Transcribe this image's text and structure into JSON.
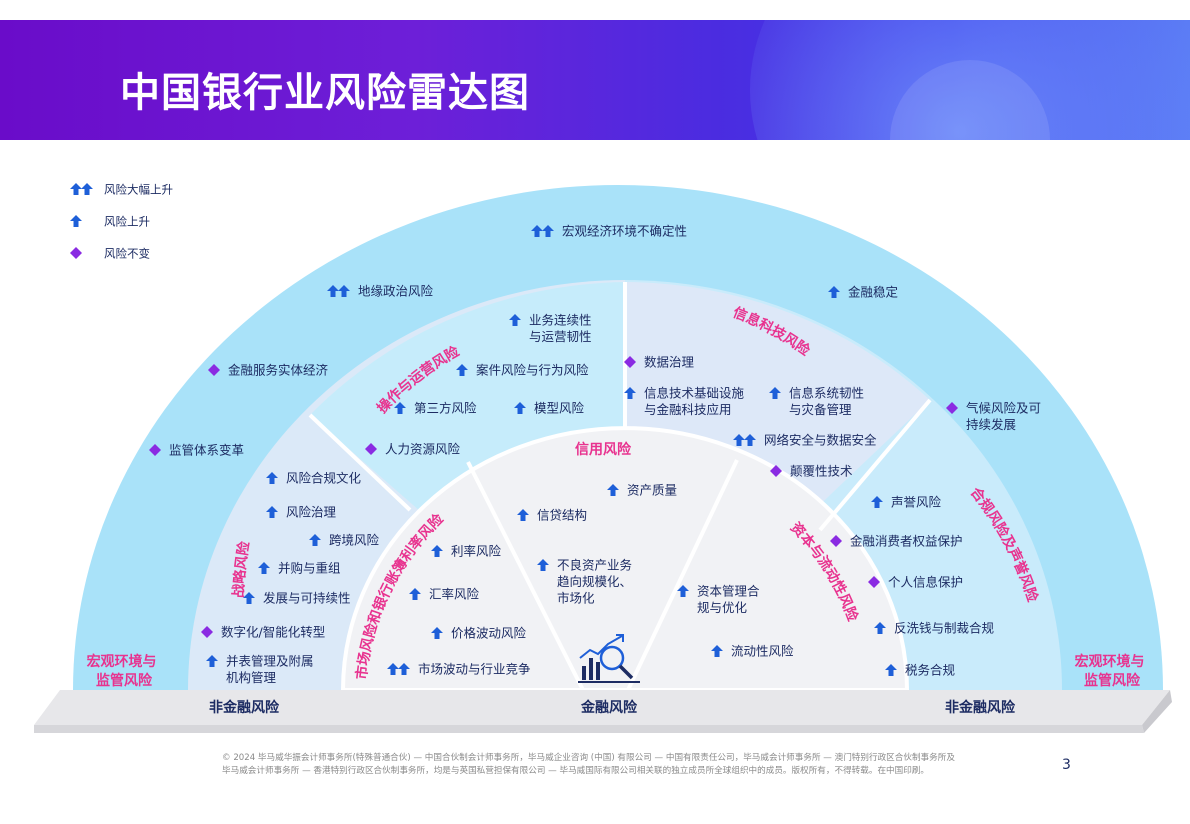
{
  "title": "中国银行业风险雷达图",
  "legend": [
    {
      "icon": "double-up-arrow-icon",
      "label": "风险大幅上升"
    },
    {
      "icon": "up-arrow-icon",
      "label": "风险上升"
    },
    {
      "icon": "diamond-icon",
      "label": "风险不变"
    }
  ],
  "colors": {
    "outer_ring": "#a9e2f9",
    "middle_left": "#dbe9f8",
    "middle_right": "#c9ebfb",
    "inner": "#f1f2f5",
    "category_text": "#e8338f",
    "up_arrow": "#1e5fd8",
    "diamond": "#8a2be2",
    "dark_text": "#1d2c63",
    "base": "#e7e7ea"
  },
  "sections": {
    "operations": "操作与运营风险",
    "it": "信息科技风险",
    "strategy": "战略风险",
    "compliance": "合规风险及声誉风险",
    "credit": "信用风险",
    "market": "市场风险和银行账簿利率风险",
    "capital": "资本与流动性风险",
    "macro_left": [
      "宏观环境与",
      "监管风险"
    ],
    "macro_right": [
      "宏观环境与",
      "监管风险"
    ]
  },
  "base_labels": {
    "left": "非金融风险",
    "center": "金融风险",
    "right": "非金融风险"
  },
  "items": [
    {
      "id": "macro-uncertainty",
      "level": "double-up",
      "lines": [
        "宏观经济环境不确定性"
      ]
    },
    {
      "id": "geopolitics",
      "level": "double-up",
      "lines": [
        "地缘政治风险"
      ]
    },
    {
      "id": "financial-stability",
      "level": "up",
      "lines": [
        "金融稳定"
      ]
    },
    {
      "id": "serve-real-economy",
      "level": "same",
      "lines": [
        "金融服务实体经济"
      ]
    },
    {
      "id": "regulatory-reform",
      "level": "same",
      "lines": [
        "监管体系变革"
      ]
    },
    {
      "id": "climate",
      "level": "same",
      "lines": [
        "气候风险及可",
        "持续发展"
      ]
    },
    {
      "id": "business-continuity",
      "level": "up",
      "lines": [
        "业务连续性",
        "与运营韧性"
      ]
    },
    {
      "id": "case-conduct",
      "level": "up",
      "lines": [
        "案件风险与行为风险"
      ]
    },
    {
      "id": "third-party",
      "level": "up",
      "lines": [
        "第三方风险"
      ]
    },
    {
      "id": "model-risk",
      "level": "up",
      "lines": [
        "模型风险"
      ]
    },
    {
      "id": "human-resources",
      "level": "same",
      "lines": [
        "人力资源风险"
      ]
    },
    {
      "id": "data-governance",
      "level": "same",
      "lines": [
        "数据治理"
      ]
    },
    {
      "id": "it-infrastructure",
      "level": "up",
      "lines": [
        "信息技术基础设施",
        "与金融科技应用"
      ]
    },
    {
      "id": "system-resilience",
      "level": "up",
      "lines": [
        "信息系统韧性",
        "与灾备管理"
      ]
    },
    {
      "id": "cyber-security",
      "level": "double-up",
      "lines": [
        "网络安全与数据安全"
      ]
    },
    {
      "id": "disruptive-tech",
      "level": "same",
      "lines": [
        "颠覆性技术"
      ]
    },
    {
      "id": "risk-culture",
      "level": "up",
      "lines": [
        "风险合规文化"
      ]
    },
    {
      "id": "risk-governance",
      "level": "up",
      "lines": [
        "风险治理"
      ]
    },
    {
      "id": "cross-border",
      "level": "up",
      "lines": [
        "跨境风险"
      ]
    },
    {
      "id": "mna",
      "level": "up",
      "lines": [
        "并购与重组"
      ]
    },
    {
      "id": "sustainable-dev",
      "level": "up",
      "lines": [
        "发展与可持续性"
      ]
    },
    {
      "id": "digital-transformation",
      "level": "same",
      "lines": [
        "数字化/智能化转型"
      ]
    },
    {
      "id": "consolidated-mgmt",
      "level": "up",
      "lines": [
        "并表管理及附属",
        "机构管理"
      ]
    },
    {
      "id": "reputation",
      "level": "up",
      "lines": [
        "声誉风险"
      ]
    },
    {
      "id": "consumer-protection",
      "level": "same",
      "lines": [
        "金融消费者权益保护"
      ]
    },
    {
      "id": "privacy",
      "level": "same",
      "lines": [
        "个人信息保护"
      ]
    },
    {
      "id": "aml-sanctions",
      "level": "up",
      "lines": [
        "反洗钱与制裁合规"
      ]
    },
    {
      "id": "tax-compliance",
      "level": "up",
      "lines": [
        "税务合规"
      ]
    },
    {
      "id": "asset-quality",
      "level": "up",
      "lines": [
        "资产质量"
      ]
    },
    {
      "id": "credit-structure",
      "level": "up",
      "lines": [
        "信贷结构"
      ]
    },
    {
      "id": "npl-business",
      "level": "up",
      "lines": [
        "不良资产业务",
        "趋向规模化、",
        "市场化"
      ]
    },
    {
      "id": "interest-rate",
      "level": "up",
      "lines": [
        "利率风险"
      ]
    },
    {
      "id": "fx-risk",
      "level": "up",
      "lines": [
        "汇率风险"
      ]
    },
    {
      "id": "price-volatility",
      "level": "up",
      "lines": [
        "价格波动风险"
      ]
    },
    {
      "id": "market-volatility",
      "level": "double-up",
      "lines": [
        "市场波动与行业竞争"
      ]
    },
    {
      "id": "capital-mgmt",
      "level": "up",
      "lines": [
        "资本管理合",
        "规与优化"
      ]
    },
    {
      "id": "liquidity",
      "level": "up",
      "lines": [
        "流动性风险"
      ]
    }
  ],
  "center_icon": "analytics-magnifier-icon",
  "footer": [
    "© 2024 毕马威华振会计师事务所(特殊普通合伙) — 中国合伙制会计师事务所，毕马威企业咨询 (中国) 有限公司 — 中国有限责任公司，毕马威会计师事务所 — 澳门特别行政区合伙制事务所及",
    "毕马威会计师事务所 — 香港特别行政区合伙制事务所，均是与英国私营担保有限公司 — 毕马威国际有限公司相关联的独立成员所全球组织中的成员。版权所有，不得转载。在中国印刷。"
  ],
  "page_number": "3"
}
